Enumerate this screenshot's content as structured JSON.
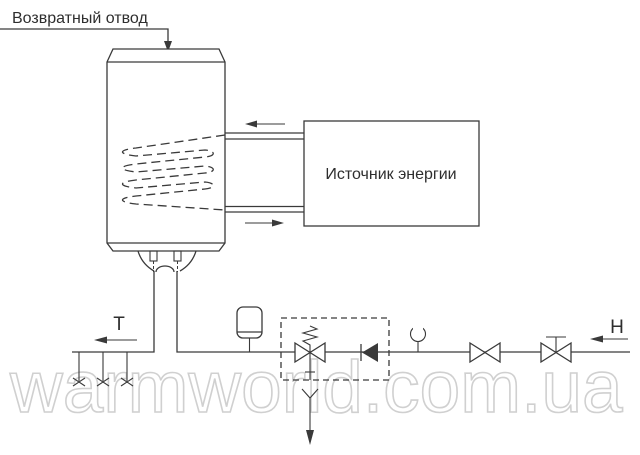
{
  "labels": {
    "return_outlet": "Возвратный отвод",
    "energy_source": "Источник энергии",
    "hot_outlet": "Т",
    "cold_inlet": "Н"
  },
  "watermark": {
    "text": "warmworld.com.ua",
    "color": "#d0d0d0"
  },
  "colors": {
    "line": "#3a3a3a",
    "background": "#ffffff",
    "watermark": "#d0d0d0"
  },
  "symbols": [
    "storage-tank",
    "heat-exchanger-coil",
    "energy-source-box",
    "flow-arrow-left",
    "flow-arrow-right",
    "expansion-vessel",
    "safety-group-dashed-box",
    "safety-valve-with-spring",
    "check-valve",
    "air-vent",
    "shut-off-valve",
    "shut-off-valve-with-handle",
    "draw-off-tap",
    "drain-funnel",
    "down-arrow"
  ]
}
